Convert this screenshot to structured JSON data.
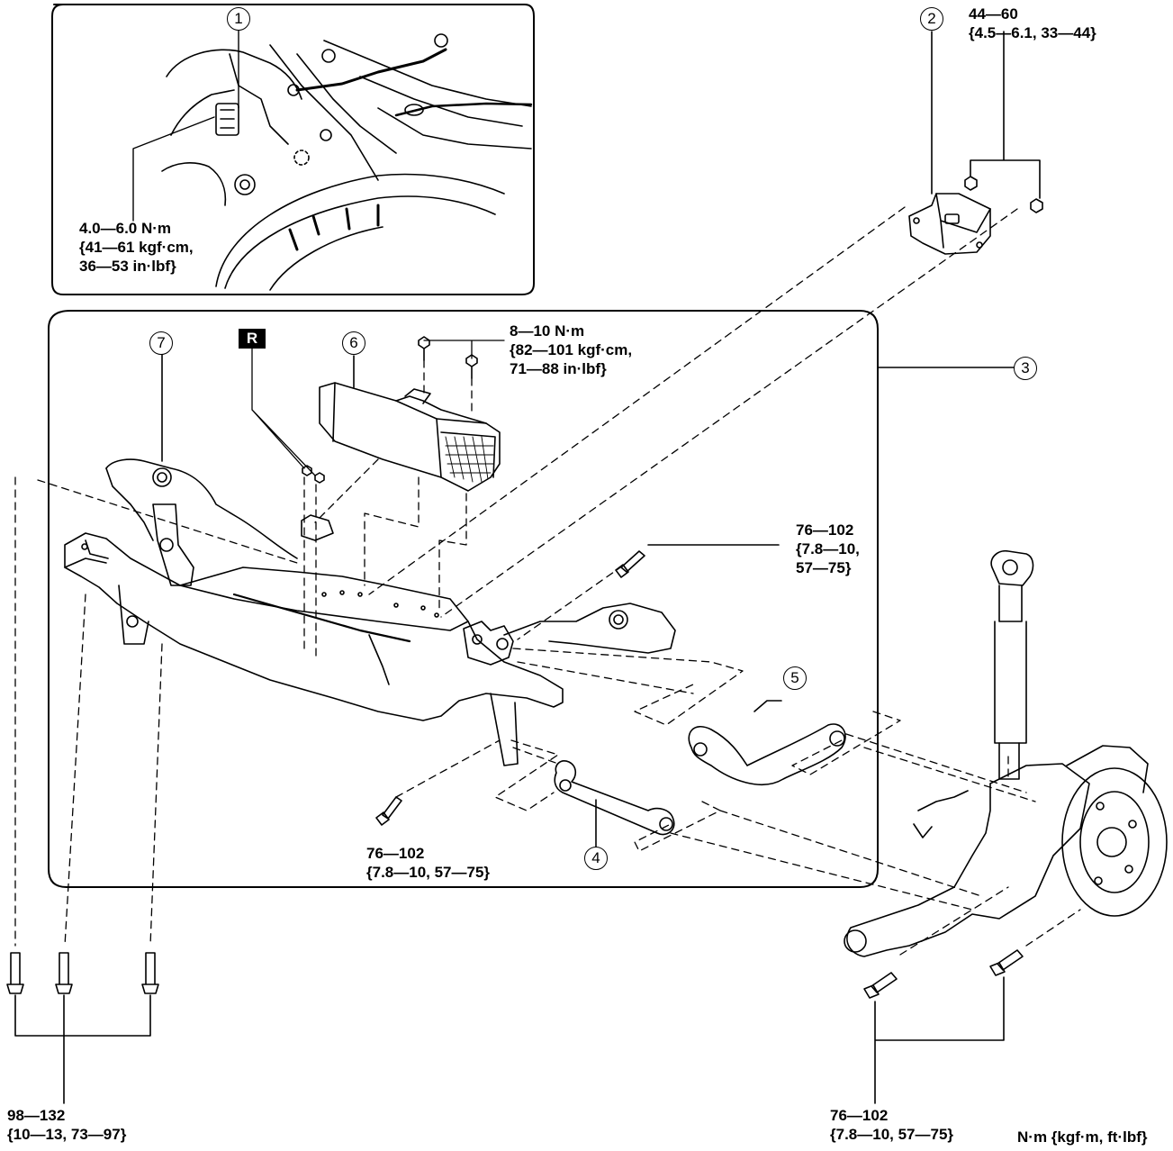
{
  "callouts": {
    "c1": "1",
    "c2": "2",
    "c3": "3",
    "c4": "4",
    "c5": "5",
    "c6": "6",
    "c7": "7"
  },
  "marker": "R",
  "torque": {
    "inset_connector": [
      "4.0—6.0 N·m",
      "{41—61 kgf·cm,",
      "36—53 in·lbf}"
    ],
    "bracket_nuts": [
      "44—60",
      "{4.5—6.1, 33—44}"
    ],
    "canister_bolts": [
      "8—10 N·m",
      "{82—101 kgf·cm,",
      "71—88 in·lbf}"
    ],
    "upper_arm_bolt": [
      "76—102",
      "{7.8—10,",
      "57—75}"
    ],
    "lower_arm_bolt": [
      "76—102",
      "{7.8—10, 57—75}"
    ],
    "crossmember_bolts": [
      "98—132",
      "{10—13, 73—97}"
    ],
    "knuckle_bolts": [
      "76—102",
      "{7.8—10, 57—75}"
    ]
  },
  "units_note": "N·m {kgf·m, ft·lbf}"
}
